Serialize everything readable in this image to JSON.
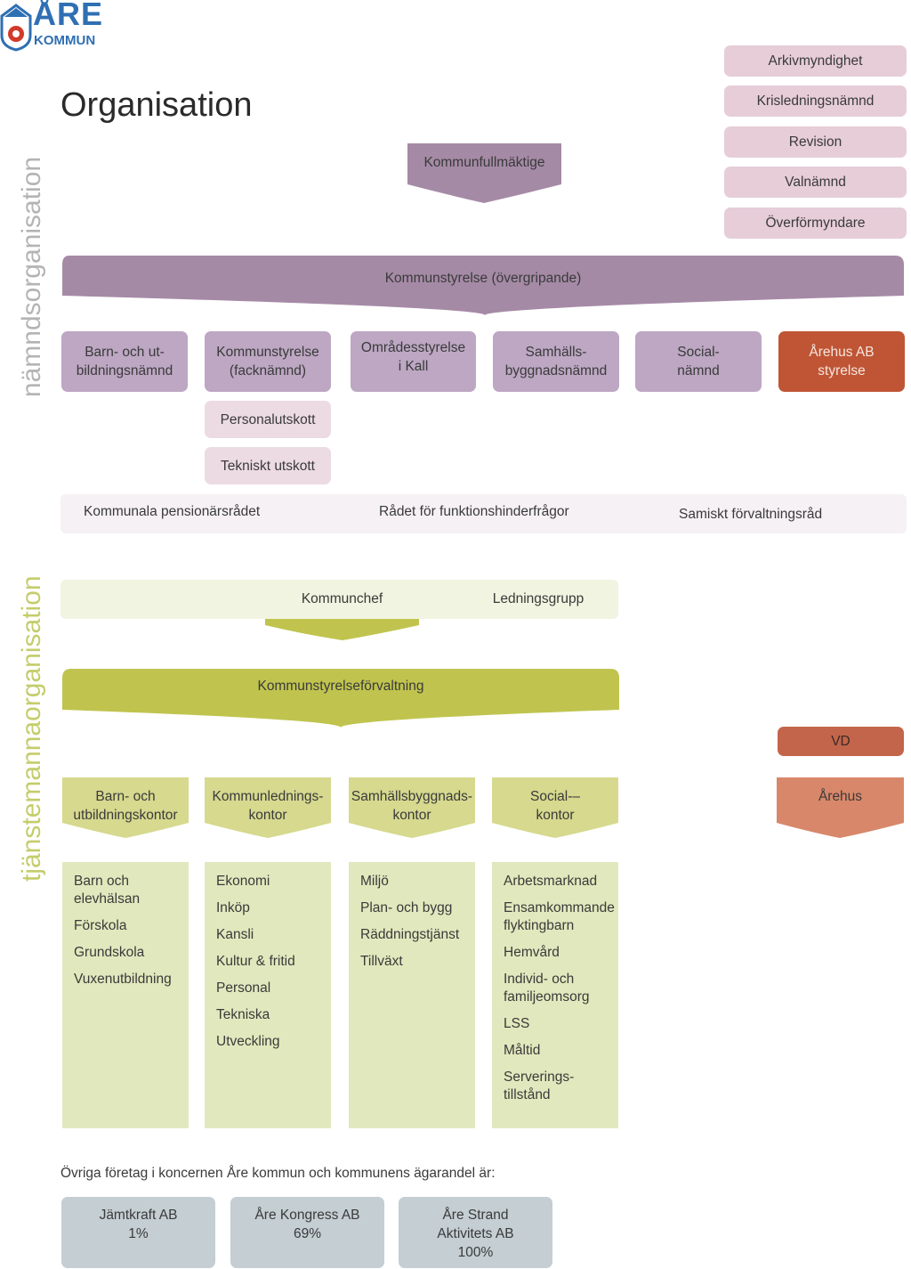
{
  "logo": {
    "text_top": "ÅRE",
    "text_bottom": "KOMMUN"
  },
  "page_title": "Organisation",
  "side_labels": {
    "politics": "nämndsorganisation",
    "administration": "tjänstemannaorganisation"
  },
  "colors": {
    "politics_label": "#b4b4b4",
    "administration_label": "#c4cd6b",
    "purple_dark": "#a58aa6",
    "purple_light": "#bda7c3",
    "pink_light": "#e6cdd8",
    "orange": "#bf5535",
    "orange_light": "#d8876a",
    "green_dark": "#c0c44e",
    "green_mid": "#d6d98e",
    "green_light": "#e2e8bd",
    "green_pale": "#f1f4e0",
    "gray_box": "#c4ced3"
  },
  "right_column": [
    "Arkivmyndighet",
    "Krisledningsnämnd",
    "Revision",
    "Valnämnd",
    "Överförmyndare"
  ],
  "council": "Kommunfullmäktige",
  "board_overall": "Kommunstyrelse (övergripande)",
  "committees": [
    {
      "label": "Barn- och ut-\nbildningsnämnd"
    },
    {
      "label": "Kommunstyrelse\n(facknämnd)"
    },
    {
      "label": "Områdesstyrelse\ni Kall"
    },
    {
      "label": "Samhälls-\nbyggnadsnämnd"
    },
    {
      "label": "Social-\nnämnd"
    },
    {
      "label": "Årehus AB\nstyrelse"
    }
  ],
  "sub_committees": [
    "Personalutskott",
    "Tekniskt utskott"
  ],
  "councils": [
    "Kommunala pensionärsrådet",
    "Rådet för funktionshinderfrågor",
    "Samiskt förvaltningsråd"
  ],
  "ceo": "Kommunchef",
  "management_group": "Ledningsgrupp",
  "administration_overall": "Kommunstyrelseförvaltning",
  "vd": "VD",
  "arehus": "Årehus",
  "offices": [
    "Barn- och\nutbildningskontor",
    "Kommunlednings-\nkontor",
    "Samhällsbyggnads-\nkontor",
    "Social-–\nkontor"
  ],
  "office_units": [
    [
      "Barn och\nelevhälsan",
      "Förskola",
      "Grundskola",
      "Vuxenutbildning"
    ],
    [
      "Ekonomi",
      "Inköp",
      "Kansli",
      "Kultur & fritid",
      "Personal",
      "Tekniska",
      "Utveckling"
    ],
    [
      "Miljö",
      "Plan- och bygg",
      "Räddningstjänst",
      "Tillväxt"
    ],
    [
      "Arbetsmarknad",
      "Ensamkommande\nflyktingbarn",
      "Hemvård",
      "Individ- och\nfamiljeomsorg",
      "LSS",
      "Måltid",
      "Serverings-\ntillstånd"
    ]
  ],
  "group_text": "Övriga företag i koncernen Åre kommun och kommunens ägarandel är:",
  "companies": [
    {
      "name": "Jämtkraft AB",
      "share": "1%"
    },
    {
      "name": "Åre Kongress AB",
      "share": "69%"
    },
    {
      "name": "Åre Strand\nAktivitets AB",
      "share": "100%"
    }
  ]
}
